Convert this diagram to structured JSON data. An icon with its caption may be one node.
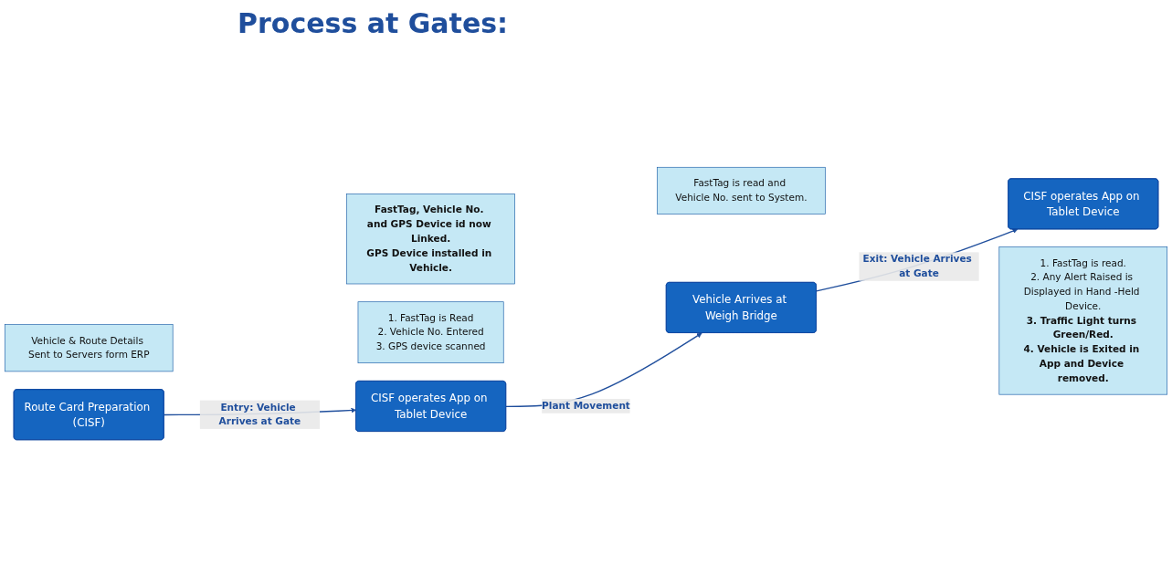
{
  "diagram": {
    "title": "Process at Gates:",
    "nodes": [
      {
        "text": [
          "Route Card Preparation (CISF)"
        ]
      },
      {
        "text": [
          "CISF operates App on Tablet Device"
        ]
      },
      {
        "text": [
          "Vehicle Arrives at Weigh Bridge"
        ]
      },
      {
        "text": [
          "CISF operates App on Tablet Device"
        ]
      },
      {
        "text": [
          "Vehicle & Route Details Sent to Servers form ERP"
        ]
      },
      {
        "text": [
          "1. FastTag is Read",
          "2. Vehicle No. Entered",
          "3. GPS device scanned"
        ]
      },
      {
        "text": [
          "FastTag, Vehicle No. and GPS Device id now Linked.",
          "GPS Device installed in Vehicle."
        ]
      },
      {
        "text": [
          "FastTag is read and Vehicle No. sent to System."
        ]
      },
      {
        "text": [
          "1. FastTag is read.",
          "2. Any Alert Raised is Displayed in Hand -Held Device.",
          "3. Traffic Light turns Green/Red.",
          "4. Vehicle is Exited in App and Device removed."
        ]
      }
    ],
    "edges": [
      {
        "from": 0,
        "to": 1,
        "arrow": "to",
        "label": "Entry: Vehicle Arrives at Gate"
      },
      {
        "from": 1,
        "to": 2,
        "arrow": "to",
        "label": "Plant Movement"
      },
      {
        "from": 2,
        "to": 3,
        "arrow": "to",
        "label": "Exit: Vehicle Arrives at Gate"
      }
    ]
  }
}
